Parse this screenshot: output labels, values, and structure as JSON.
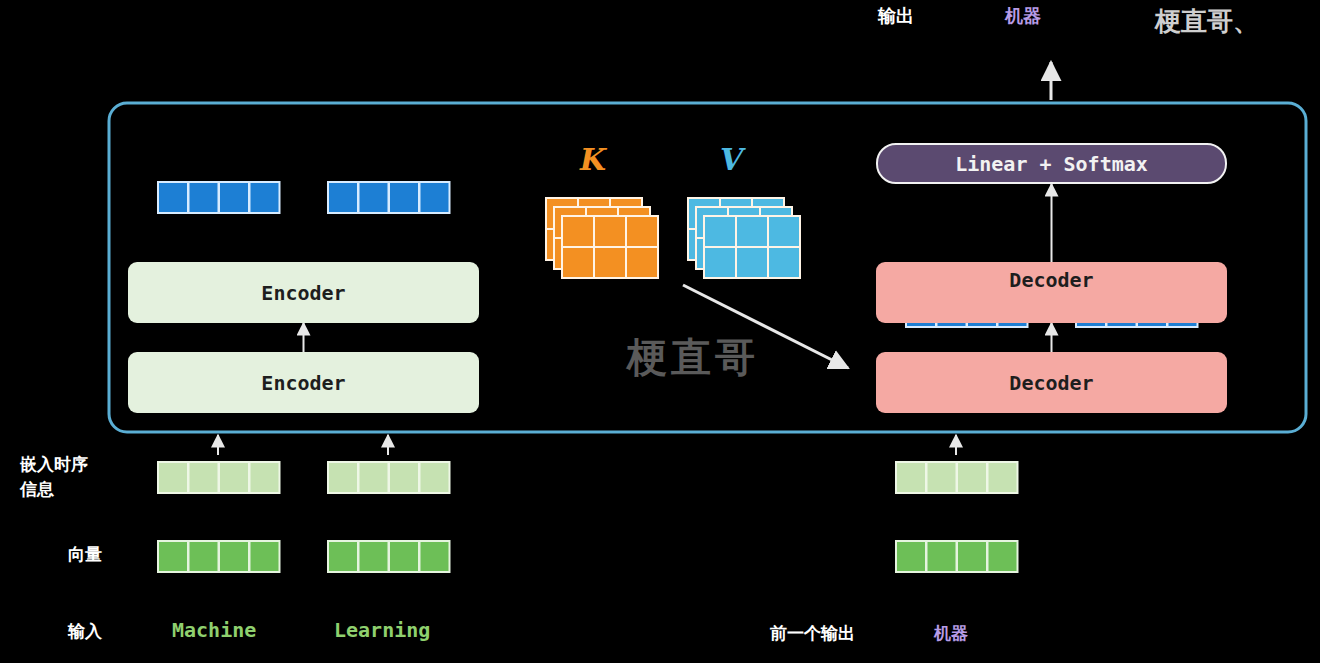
{
  "diagram": {
    "nodes": [
      {
        "text": [
          "Encoder"
        ]
      },
      {
        "text": [
          "Encoder"
        ]
      },
      {
        "text": [
          "Linear + Softmax"
        ]
      },
      {
        "text": [
          "Decoder"
        ]
      },
      {
        "text": [
          "Decoder"
        ]
      }
    ],
    "edges": [
      {
        "from": 1,
        "to": 0,
        "arrow": "to"
      },
      {
        "from": 4,
        "to": 3,
        "arrow": "to"
      },
      {
        "from": 3,
        "to": 2,
        "arrow": "to"
      }
    ],
    "labels": [
      "输出",
      "机器",
      "梗直哥、",
      "K",
      "V",
      "梗直哥",
      "嵌入时序 信息",
      "向量",
      "输入",
      "Machine",
      "Learning",
      "前一个输出",
      "机器"
    ]
  }
}
